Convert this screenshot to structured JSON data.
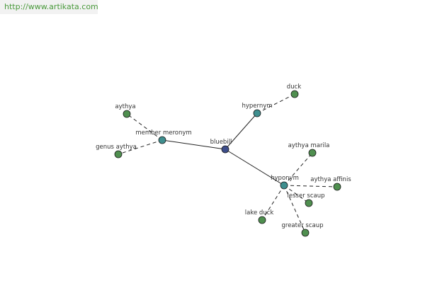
{
  "header": {
    "link_text": "http://www.artikata.com"
  },
  "colors": {
    "center_node": "#3d4d8a",
    "relation_node": "#3f8f8f",
    "leaf_node": "#4f8f4f",
    "edge": "#222222",
    "header_bg": "#f2f2f2",
    "header_text": "#4a9a3c"
  },
  "graph": {
    "nodes": [
      {
        "id": "bluebill",
        "label": "bluebill",
        "kind": "center"
      },
      {
        "id": "member-meronym",
        "label": "member meronym",
        "kind": "relation"
      },
      {
        "id": "hypernym",
        "label": "hypernym",
        "kind": "relation"
      },
      {
        "id": "hyponym",
        "label": "hyponym",
        "kind": "relation"
      },
      {
        "id": "aythya",
        "label": "aythya",
        "kind": "leaf"
      },
      {
        "id": "genus-aythya",
        "label": "genus aythya",
        "kind": "leaf"
      },
      {
        "id": "duck",
        "label": "duck",
        "kind": "leaf"
      },
      {
        "id": "aythya-marila",
        "label": "aythya marila",
        "kind": "leaf"
      },
      {
        "id": "aythya-affinis",
        "label": "aythya affinis",
        "kind": "leaf"
      },
      {
        "id": "lesser-scaup",
        "label": "lesser scaup",
        "kind": "leaf"
      },
      {
        "id": "lake-duck",
        "label": "lake duck",
        "kind": "leaf"
      },
      {
        "id": "greater-scaup",
        "label": "greater scaup",
        "kind": "leaf"
      }
    ],
    "edges": [
      {
        "from": "bluebill",
        "to": "member-meronym",
        "style": "solid"
      },
      {
        "from": "bluebill",
        "to": "hypernym",
        "style": "solid"
      },
      {
        "from": "bluebill",
        "to": "hyponym",
        "style": "solid"
      },
      {
        "from": "member-meronym",
        "to": "aythya",
        "style": "dashed"
      },
      {
        "from": "member-meronym",
        "to": "genus-aythya",
        "style": "dashed"
      },
      {
        "from": "hypernym",
        "to": "duck",
        "style": "dashed"
      },
      {
        "from": "hyponym",
        "to": "aythya-marila",
        "style": "dashed"
      },
      {
        "from": "hyponym",
        "to": "aythya-affinis",
        "style": "dashed"
      },
      {
        "from": "hyponym",
        "to": "lesser-scaup",
        "style": "dashed"
      },
      {
        "from": "hyponym",
        "to": "lake-duck",
        "style": "dashed"
      },
      {
        "from": "hyponym",
        "to": "greater-scaup",
        "style": "dashed"
      }
    ]
  }
}
